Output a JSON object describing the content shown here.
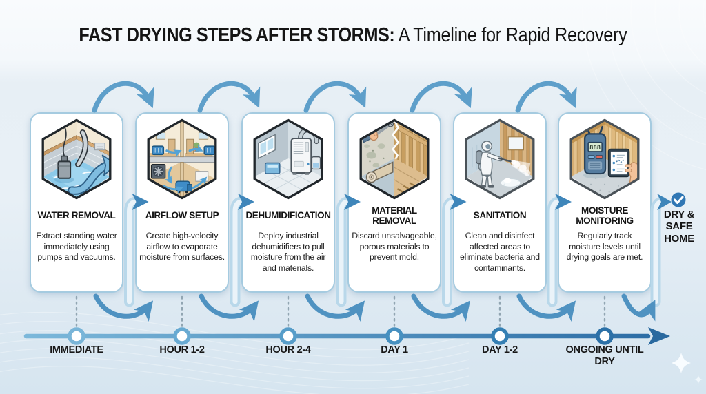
{
  "header": {
    "title_emphasis": "FAST DRYING STEPS AFTER STORMS:",
    "title_rest": " A Timeline for Rapid Recovery"
  },
  "steps": [
    {
      "title": "WATER REMOVAL",
      "description": "Extract standing water immediately using pumps and vacuums.",
      "time": "IMMEDIATE",
      "icon": "flooded-basement-pump-icon"
    },
    {
      "title": "AIRFLOW SETUP",
      "description": "Create high-velocity airflow to evaporate moisture from surfaces.",
      "time": "HOUR 1-2",
      "icon": "house-fans-airflow-icon"
    },
    {
      "title": "DEHUMIDIFICATION",
      "description": "Deploy industrial dehumidifiers to pull moisture from the air and materials.",
      "time": "HOUR 2-4",
      "icon": "dehumidifier-room-icon"
    },
    {
      "title": "MATERIAL REMOVAL",
      "description": "Discard unsalvageable, porous materials to prevent mold.",
      "time": "DAY 1",
      "icon": "stripped-wall-carpet-icon"
    },
    {
      "title": "SANITATION",
      "description": "Clean and disinfect affected areas to eliminate bacteria and contaminants.",
      "time": "DAY 1-2",
      "icon": "hazmat-sprayer-icon"
    },
    {
      "title": "MOISTURE MONITORING",
      "description": "Regularly track moisture levels until drying goals are met.",
      "time": "ONGOING UNTIL DRY",
      "icon": "moisture-meter-tablet-icon",
      "meter_reading": "888"
    }
  ],
  "outcome": {
    "label": "DRY & SAFE HOME",
    "icon": "check-circle-icon"
  },
  "colors": {
    "arc_blue": "#5e9fca",
    "arc_blue_dark": "#4f92c1",
    "gap_arrow_dark": "#3f86ba",
    "pipe_light": "#b9d8ea",
    "timeline_start": "#7cb8da",
    "timeline_end": "#2a6ba4",
    "check_circle": "#3077b4",
    "card_border": "#a5cbe0"
  }
}
